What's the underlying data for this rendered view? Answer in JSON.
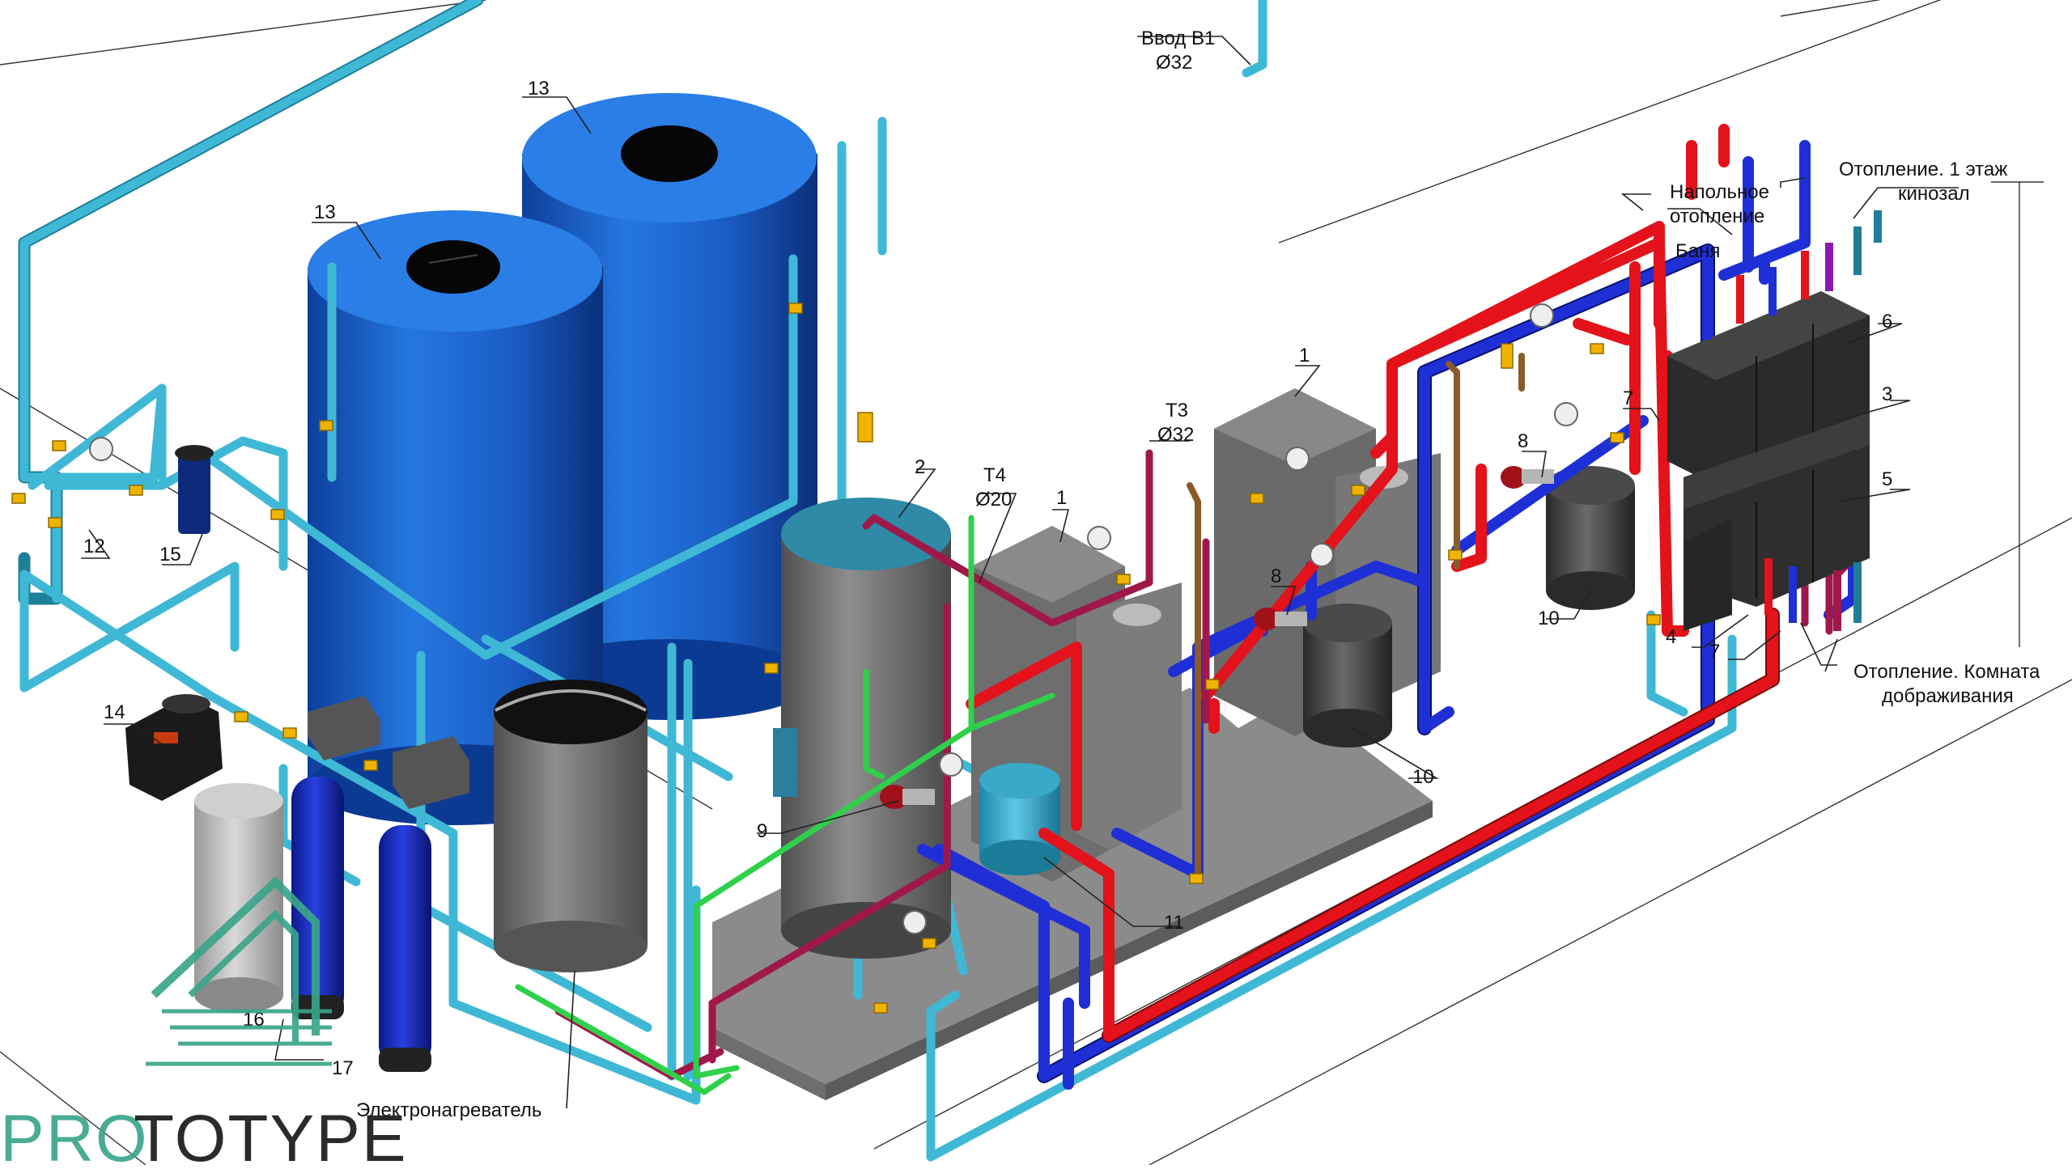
{
  "labels": {
    "inlet_title": "Ввод В1",
    "inlet_dia": "Ø32",
    "t3_title": "Т3",
    "t3_dia": "Ø32",
    "t4_title": "Т4",
    "t4_dia": "Ø20",
    "floor_heating_1": "Напольное",
    "floor_heating_2": "отопление",
    "heating_floor1_1": "Отопление. 1 этаж",
    "heating_floor1_2": "кинозал",
    "banya": "Баня",
    "heating_room_1": "Отопление. Комната",
    "heating_room_2": "дображивания",
    "electric_heater": "Электронагреватель"
  },
  "callouts": {
    "n1a": "1",
    "n1b": "1",
    "n2": "2",
    "n3": "3",
    "n4": "4",
    "n5": "5",
    "n6": "6",
    "n7a": "7",
    "n7b": "7",
    "n8a": "8",
    "n8b": "8",
    "n9": "9",
    "n10a": "10",
    "n10b": "10",
    "n11": "11",
    "n12": "12",
    "n13a": "13",
    "n13b": "13",
    "n14": "14",
    "n15": "15",
    "n16": "16",
    "n17": "17"
  },
  "logo": {
    "pro": "PRO",
    "rest": "TOTYPE"
  },
  "colors": {
    "cold_water": "#3fb8d6",
    "supply": "#e3121b",
    "return": "#1f2fd6",
    "hot_water": "#a0184a",
    "recirculation": "#2fd14a",
    "tank": "#1e63c8",
    "equipment": "#6f6f6f",
    "logo_accent": "#3aa58a"
  }
}
